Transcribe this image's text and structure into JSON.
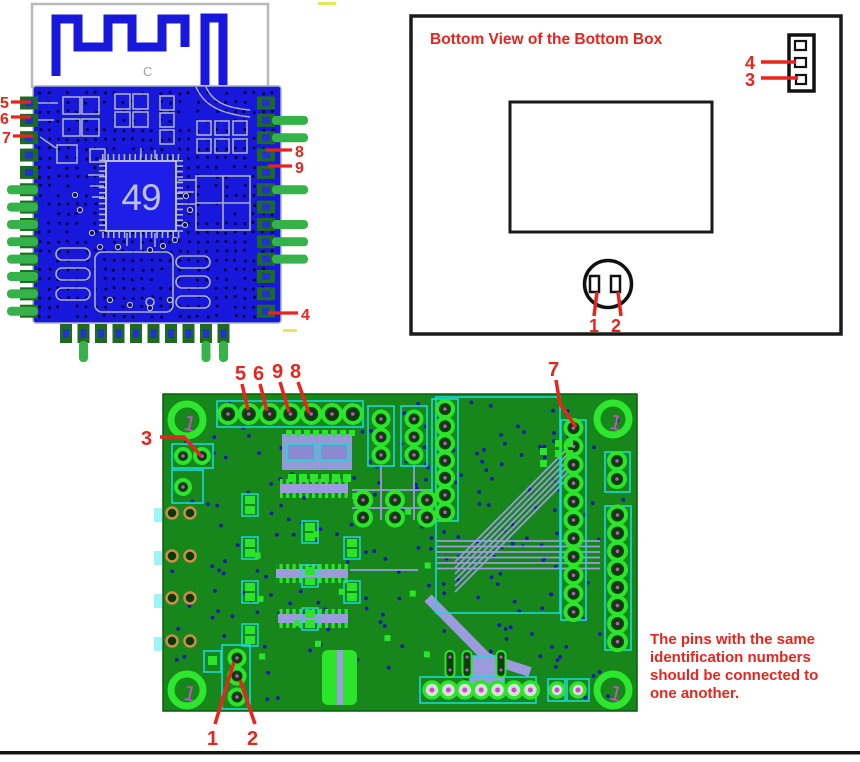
{
  "module": {
    "chip_text": "49",
    "antenna_mark": "C",
    "pin_labels": {
      "p5": "5",
      "p6": "6",
      "p7": "7",
      "p8": "8",
      "p9": "9",
      "p4": "4"
    }
  },
  "bottom_box": {
    "title": "Bottom View of the Bottom Box",
    "connector_pin_labels": {
      "p4": "4",
      "p3": "3"
    },
    "plug_pin_labels": {
      "p1": "1",
      "p2": "2"
    }
  },
  "pcb": {
    "header_pin_labels": {
      "p5": "5",
      "p6": "6",
      "p9": "9",
      "p8": "8"
    },
    "pin_labels": {
      "p7": "7",
      "p3": "3",
      "p1": "1",
      "p2": "2"
    },
    "hole_mark": "1"
  },
  "note_text": "The pins with the same identification numbers should be connected to one another.",
  "colors": {
    "label_red": "#e8241e",
    "module_blue": "#1818dc",
    "module_pad_green": "#1c6b22",
    "pin_green": "#35b24a",
    "pcb_green": "#17871c",
    "pcb_bright": "#2be52b",
    "pcb_cyan": "#1ad9d9",
    "pcb_lavender": "#9b9bdd",
    "pcb_via_blue": "#1a1aae",
    "magenta": "#c84fc8",
    "trace_gray": "#a8b0c4",
    "ink": "#141414"
  }
}
